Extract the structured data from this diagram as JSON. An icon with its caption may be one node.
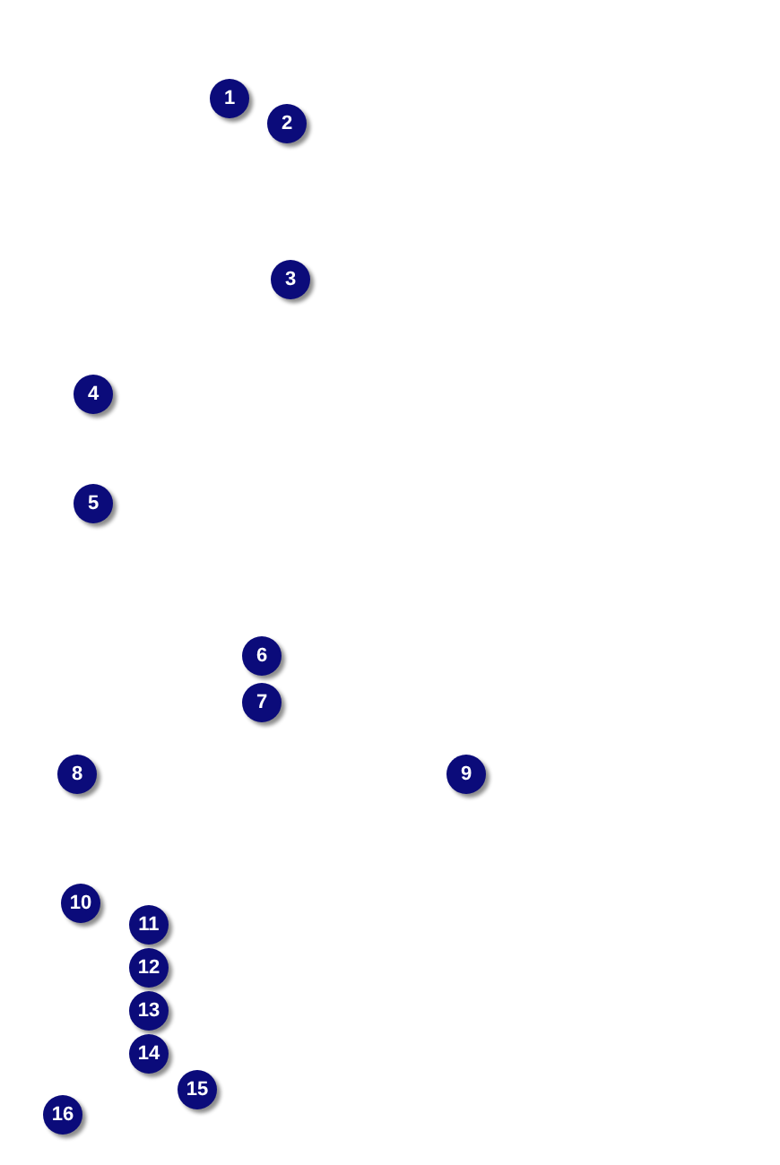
{
  "diagram": {
    "labels": [
      "1",
      "2",
      "3",
      "4",
      "5",
      "6",
      "7",
      "8",
      "9",
      "10",
      "11",
      "12",
      "13",
      "14",
      "15",
      "16"
    ]
  }
}
